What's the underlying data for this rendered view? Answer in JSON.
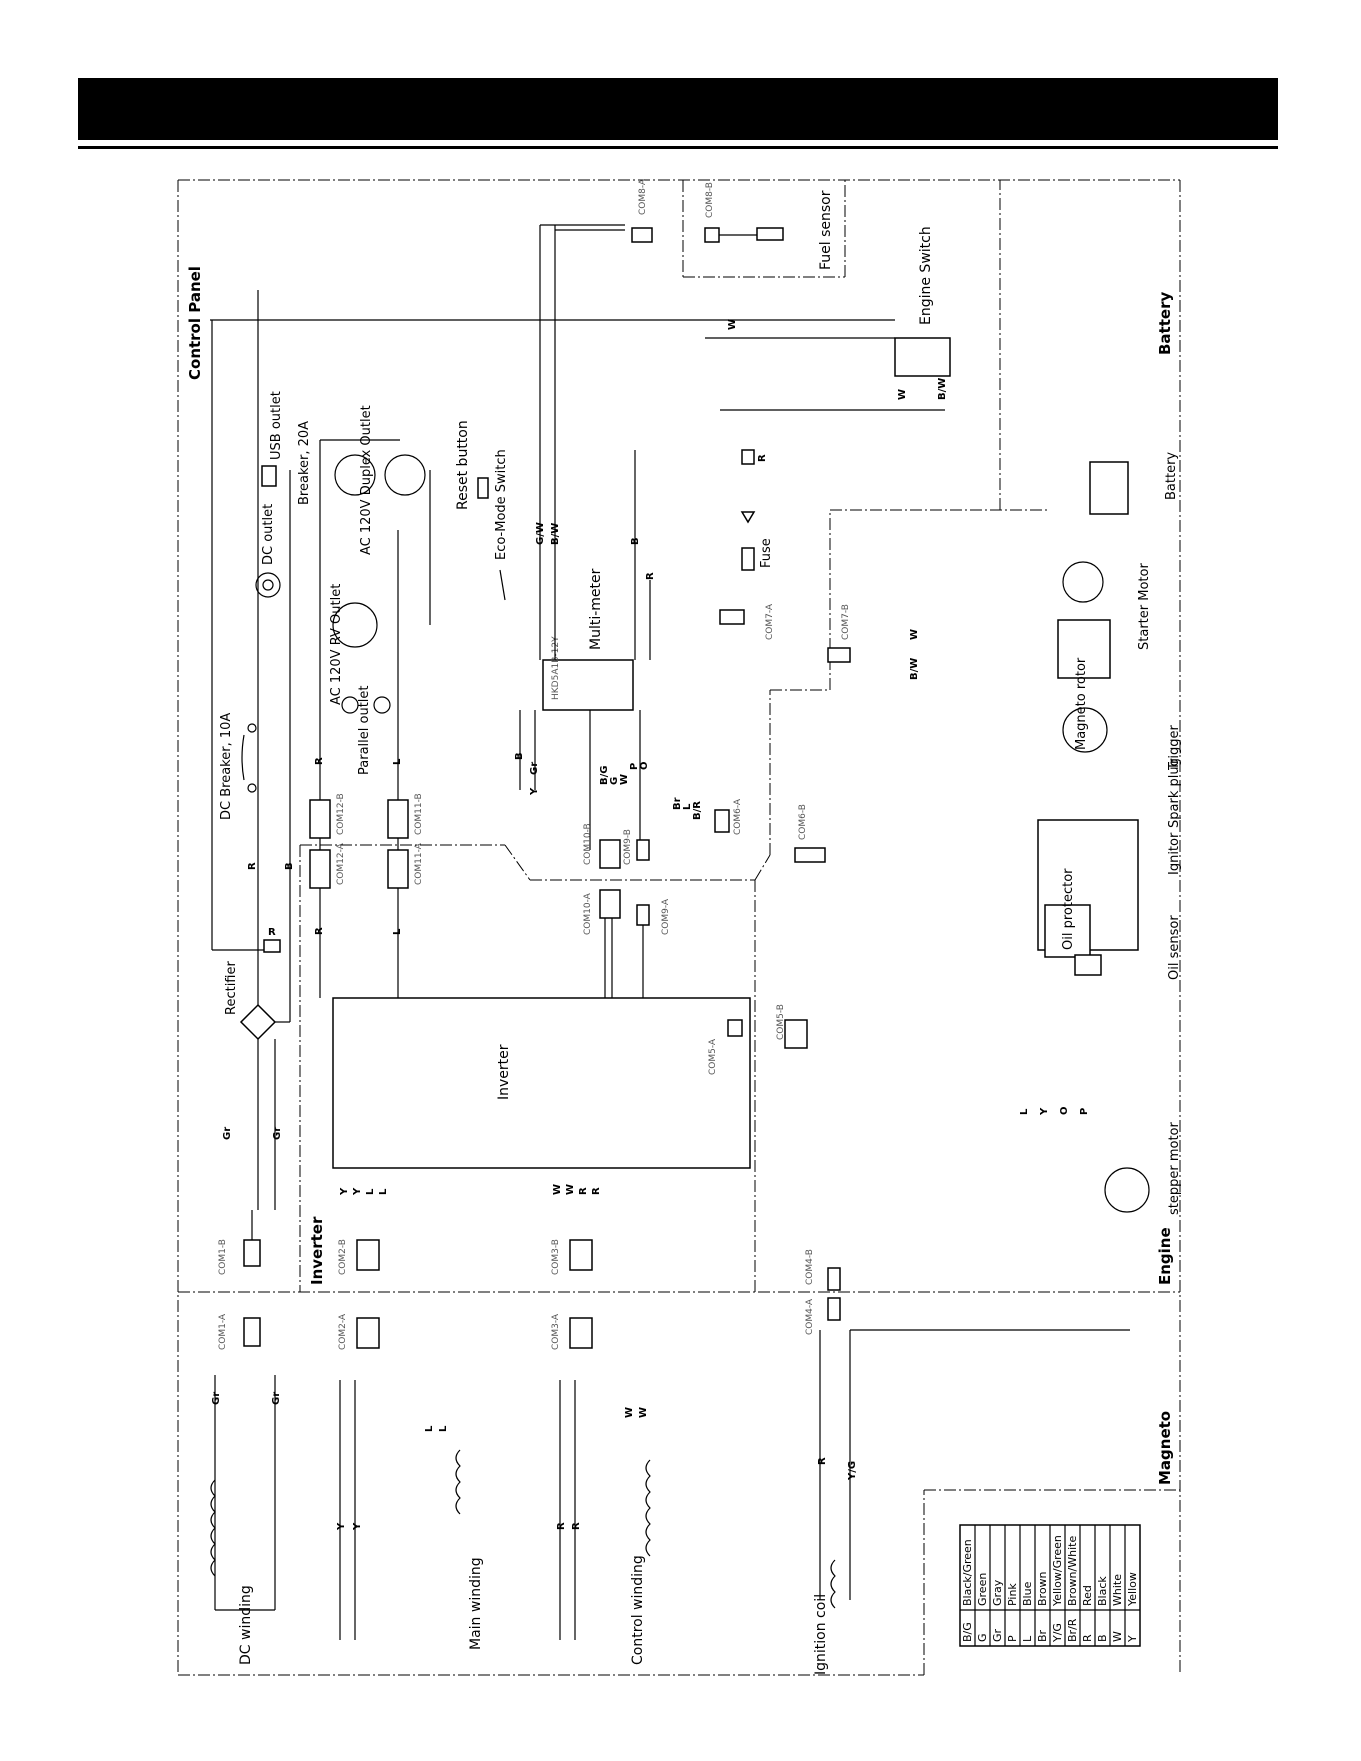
{
  "sections": {
    "control_panel": "Control Panel",
    "battery": "Battery",
    "inverter": "Inverter",
    "engine": "Engine",
    "magneto": "Magneto"
  },
  "components": {
    "dc_breaker": "DC Breaker, 10A",
    "usb_outlet": "USB outlet",
    "dc_outlet": "DC outlet",
    "breaker_20a": "Breaker, 20A",
    "duplex_outlet": "AC 120V Duplex Outlet",
    "rv_outlet": "AC 120V RV Outlet",
    "parallel_outlet": "Parallel outlet",
    "reset_button": "Reset button",
    "eco_mode_switch": "Eco-Mode Switch",
    "multi_meter": "Multi-meter",
    "multi_meter_part": "HKD5A1B-12Y",
    "fuel_sensor": "Fuel sensor",
    "engine_switch": "Engine Switch",
    "fuse": "Fuse",
    "battery": "Battery",
    "starter_motor": "Starter Motor",
    "magneto_rotor": "Magneto rotor",
    "trigger": "Trigger",
    "spark_plug": "Spark plug",
    "ignitor": "Ignitor",
    "oil_protector": "Oil protector",
    "oil_sensor": "Oil sensor",
    "stepper_motor": "stepper motor",
    "rectifier": "Rectifier",
    "inverter_module": "Inverter",
    "dc_winding": "DC winding",
    "main_winding": "Main winding",
    "control_winding": "Control winding",
    "ignition_coil": "Ignition coil"
  },
  "connectors": {
    "com1_a": "COM1-A",
    "com1_b": "COM1-B",
    "com2_a": "COM2-A",
    "com2_b": "COM2-B",
    "com3_a": "COM3-A",
    "com3_b": "COM3-B",
    "com4_a": "COM4-A",
    "com4_b": "COM4-B",
    "com5_a": "COM5-A",
    "com5_b": "COM5-B",
    "com6_a": "COM6-A",
    "com6_b": "COM6-B",
    "com7_a": "COM7-A",
    "com7_b": "COM7-B",
    "com8_a": "COM8-A",
    "com8_b": "COM8-B",
    "com9_a": "COM9-A",
    "com9_b": "COM9-B",
    "com10_a": "COM10-A",
    "com10_b": "COM10-B",
    "com11_a": "COM11-A",
    "com11_b": "COM11-B",
    "com12_a": "COM12-A",
    "com12_b": "COM12-B"
  },
  "wire_labels": {
    "gr": "Gr",
    "r": "R",
    "b": "B",
    "l": "L",
    "y": "Y",
    "w": "W",
    "gw": "G/W",
    "bw": "B/W",
    "bg": "B/G",
    "g": "G",
    "p": "P",
    "o": "O",
    "br": "Br",
    "br_r": "B/R",
    "bw_sw": "B/W",
    "yg": "Y/G"
  },
  "legend": [
    {
      "code": "B/G",
      "color": "Black/Green"
    },
    {
      "code": "G",
      "color": "Green"
    },
    {
      "code": "Gr",
      "color": "Gray"
    },
    {
      "code": "P",
      "color": "Pink"
    },
    {
      "code": "L",
      "color": "Blue"
    },
    {
      "code": "Br",
      "color": "Brown"
    },
    {
      "code": "Y/G",
      "color": "Yellow/Green"
    },
    {
      "code": "Br/R",
      "color": "Brown/White"
    },
    {
      "code": "R",
      "color": "Red"
    },
    {
      "code": "B",
      "color": "Black"
    },
    {
      "code": "W",
      "color": "White"
    },
    {
      "code": "Y",
      "color": "Yellow"
    }
  ]
}
